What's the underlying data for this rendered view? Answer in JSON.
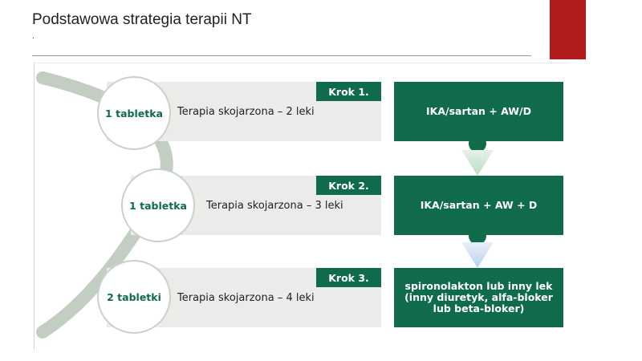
{
  "slide": {
    "title": "Podstawowa strategia terapii NT",
    "subtitle_mark": "."
  },
  "steps": [
    {
      "pills": "1 tabletka",
      "therapy": "Terapia skojarzona – 2 leki",
      "krok": "Krok 1.",
      "drugs": [
        "IKA/sartan + AW/D"
      ]
    },
    {
      "pills": "1 tabletka",
      "therapy": "Terapia skojarzona – 3 leki",
      "krok": "Krok 2.",
      "drugs": [
        "IKA/sartan + AW + D"
      ]
    },
    {
      "pills": "2 tabletki",
      "therapy": "Terapia skojarzona – 4 leki",
      "krok": "Krok 3.",
      "drugs": [
        "spironolakton lub inny lek",
        "(inny diuretyk, alfa-bloker",
        "lub beta-bloker)"
      ]
    }
  ],
  "colors": {
    "accent_green": "#0f6b4a",
    "bar_gray": "#ebecea",
    "arrow_green": "#cfe8d4",
    "arrow_blue": "#cddff2",
    "arc": "#b9c6b9",
    "brand_red": "#b01c1c"
  }
}
